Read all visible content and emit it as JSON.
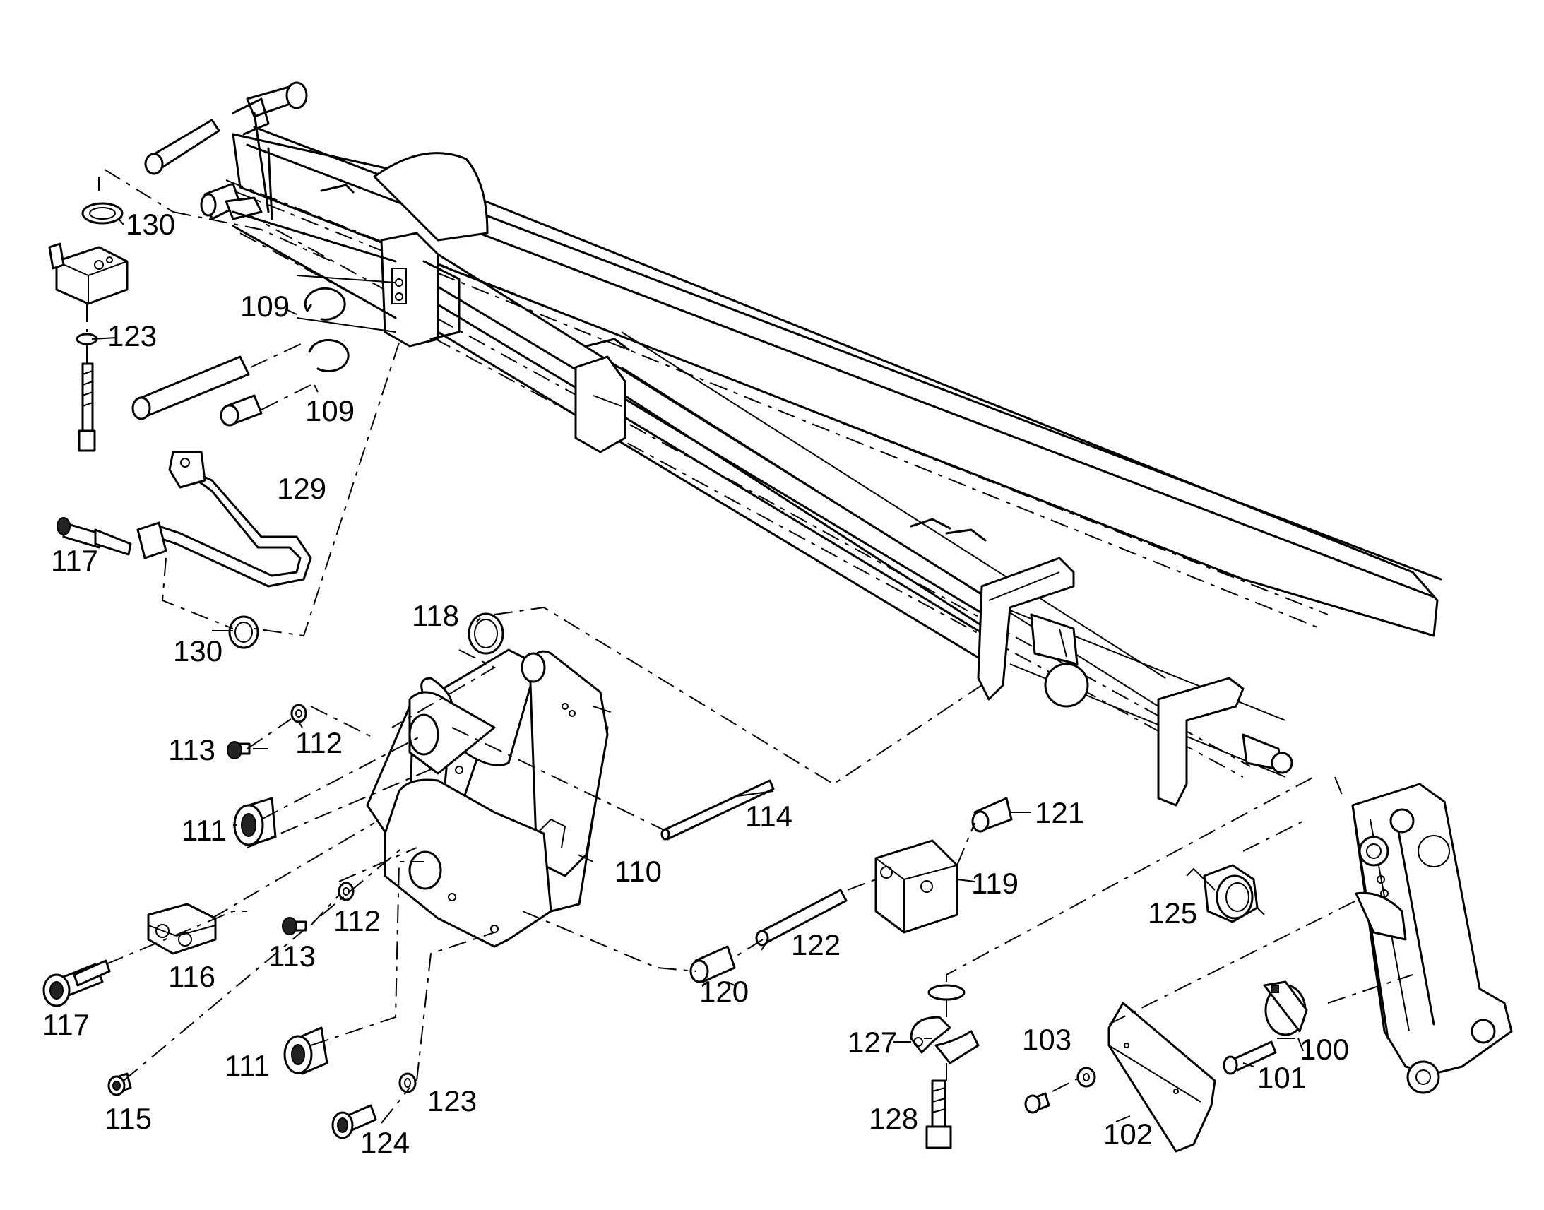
{
  "callouts": [
    {
      "id": "c130a",
      "text": "130"
    },
    {
      "id": "c123a",
      "text": "123"
    },
    {
      "id": "c109a",
      "text": "109"
    },
    {
      "id": "c109b",
      "text": "109"
    },
    {
      "id": "c129",
      "text": "129"
    },
    {
      "id": "c117a",
      "text": "117"
    },
    {
      "id": "c130b",
      "text": "130"
    },
    {
      "id": "c118",
      "text": "118"
    },
    {
      "id": "c113a",
      "text": "113"
    },
    {
      "id": "c112a",
      "text": "112"
    },
    {
      "id": "c111a",
      "text": "111"
    },
    {
      "id": "c114",
      "text": "114"
    },
    {
      "id": "c110",
      "text": "110"
    },
    {
      "id": "c121",
      "text": "121"
    },
    {
      "id": "c119",
      "text": "119"
    },
    {
      "id": "c113b",
      "text": "113"
    },
    {
      "id": "c112b",
      "text": "112"
    },
    {
      "id": "c116",
      "text": "116"
    },
    {
      "id": "c117b",
      "text": "117"
    },
    {
      "id": "c122",
      "text": "122"
    },
    {
      "id": "c120",
      "text": "120"
    },
    {
      "id": "c125",
      "text": "125"
    },
    {
      "id": "c111b",
      "text": "111"
    },
    {
      "id": "c115",
      "text": "115"
    },
    {
      "id": "c123b",
      "text": "123"
    },
    {
      "id": "c124",
      "text": "124"
    },
    {
      "id": "c127",
      "text": "127"
    },
    {
      "id": "c128",
      "text": "128"
    },
    {
      "id": "c103",
      "text": "103"
    },
    {
      "id": "c100",
      "text": "100"
    },
    {
      "id": "c101",
      "text": "101"
    },
    {
      "id": "c102",
      "text": "102"
    }
  ]
}
